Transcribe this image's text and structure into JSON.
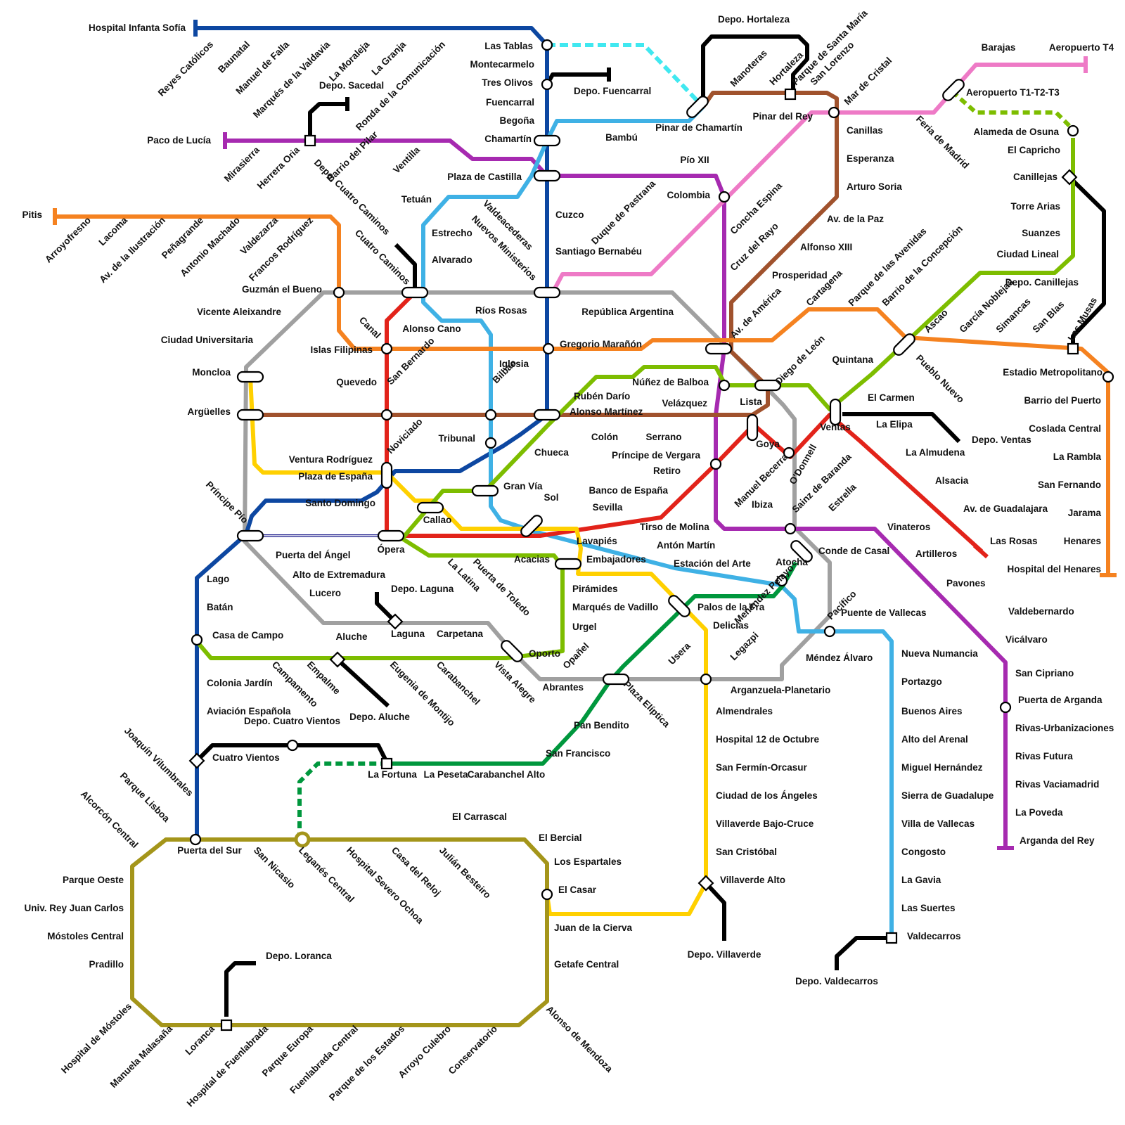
{
  "map_title": "",
  "line_colors": {
    "L1": "#1c8ed6",
    "L2": "#e2231a",
    "L3": "#ffd000",
    "L4": "#a0522d",
    "L5": "#7dbd00",
    "L6": "#a0a0a0",
    "L7": "#f58220",
    "L8": "#ee7ac6",
    "L9": "#a62ab0",
    "L10": "#0d47a1",
    "L11": "#00973d",
    "L12": "#a4951a",
    "R": "#1a1a8a",
    "TFM": "#1a1a1a",
    "ML1": "#40e8f0"
  },
  "labels": [
    "Hospital Infanta Sofía",
    "Reyes Católicos",
    "Baunatal",
    "Manuel de Falla",
    "Marqués de la Valdavia",
    "La Moraleja",
    "La Granja",
    "Ronda de la Comunicación",
    "Las Tablas",
    "Montecarmelo",
    "Tres Olivos",
    "Fuencarral",
    "Begoña",
    "Chamartín",
    "Depo. Fuencarral",
    "Depo. Hortaleza",
    "Manoteras",
    "Hortaleza",
    "Parque de Santa María",
    "San Lorenzo",
    "Mar de Cristal",
    "Barajas",
    "Aeropuerto T4",
    "Aeropuerto T1-T2-T3",
    "Pinar de Chamartín",
    "Bambú",
    "Pinar del Rey",
    "Canillas",
    "Feria de Madrid",
    "Depo. Sacedal",
    "Paco de Lucía",
    "Mirasierra",
    "Herrera Oria",
    "Barrio del Pilar",
    "Ventilla",
    "Plaza de Castilla",
    "Pío XII",
    "Colombia",
    "Duque de Pastrana",
    "Alameda de Osuna",
    "El Capricho",
    "Canillejas",
    "Torre Arias",
    "Suanzes",
    "Ciudad Lineal",
    "Esperanza",
    "Arturo Soria",
    "Av. de la Paz",
    "Alfonso XIII",
    "Prosperidad",
    "Pitis",
    "Arroyofresno",
    "Lacoma",
    "Av. de la Ilustración",
    "Peñagrande",
    "Antonio Machado",
    "Valdezarza",
    "Francos Rodríguez",
    "Depo. Cuatro Caminos",
    "Cuatro Caminos",
    "Tetuán",
    "Valdeacederas",
    "Nuevos Ministerios",
    "Estrecho",
    "Alvarado",
    "Cuzco",
    "Santiago Bernabéu",
    "Concha Espina",
    "Cruz del Rayo",
    "Av. de América",
    "Guzmán el Bueno",
    "Vicente Aleixandre",
    "Ciudad Universitaria",
    "Canal",
    "Islas Filipinas",
    "Alonso Cano",
    "Ríos Rosas",
    "Iglesia",
    "Gregorio Marañón",
    "República Argentina",
    "Cartagena",
    "Parque de las Avenidas",
    "Barrio de la Concepción",
    "Depo. Canillejas",
    "Las Musas",
    "Ascao",
    "García Noblejas",
    "Simancas",
    "San Blas",
    "Pueblo Nuevo",
    "Quintana",
    "El Carmen",
    "Moncloa",
    "Argüelles",
    "Quevedo",
    "San Bernardo",
    "Bilbao",
    "Núñez de Balboa",
    "Diego de León",
    "Rubén Darío",
    "Alonso Martínez",
    "Velázquez",
    "Lista",
    "Colón",
    "Serrano",
    "Ventas",
    "La Elipa",
    "Depo. Ventas",
    "La Almudena",
    "Alsacia",
    "Av. de Guadalajara",
    "Las Rosas",
    "Estadio Metropolitano",
    "Barrio del Puerto",
    "Coslada Central",
    "La Rambla",
    "San Fernando",
    "Jarama",
    "Henares",
    "Hospital del Henares",
    "Ventura Rodríguez",
    "Noviciado",
    "Tribunal",
    "Chueca",
    "Plaza de España",
    "Príncipe de Vergara",
    "Retiro",
    "Goya",
    "Manuel Becerra",
    "O'Donnell",
    "Sainz de Baranda",
    "Estrella",
    "Ibiza",
    "Santo Domingo",
    "Gran Vía",
    "Sol",
    "Banco de España",
    "Sevilla",
    "Callao",
    "Príncipe Pío",
    "Ópera",
    "Tirso de Molina",
    "Antón Martín",
    "Estación del Arte",
    "Atocha",
    "Conde de Casal",
    "Vinateros",
    "Artilleros",
    "Pavones",
    "Lavapiés",
    "Acacias",
    "Embajadores",
    "La Latina",
    "Puerta de Toledo",
    "Puerta del Ángel",
    "Alto de Extremadura",
    "Lucero",
    "Depo. Laguna",
    "Laguna",
    "Carpetana",
    "Pirámides",
    "Marqués de Vadillo",
    "Urgel",
    "Oporto",
    "Opañel",
    "Palos de la Fra",
    "Delicias",
    "Legazpi",
    "Menéndez Pelayo",
    "Pacífico",
    "Puente de Vallecas",
    "Valdebernardo",
    "Vicálvaro",
    "Lago",
    "Batán",
    "Casa de Campo",
    "Campamento",
    "Empalme",
    "Aluche",
    "Eugenia de Montijo",
    "Carabanchel",
    "Vista Alegre",
    "Abrantes",
    "Plaza Elíptica",
    "Usera",
    "Méndez Álvaro",
    "Arganzuela-Planetario",
    "Nueva Numancia",
    "San Cipriano",
    "Puerta de Arganda",
    "Colonia Jardín",
    "Aviación Española",
    "Depo. Cuatro Vientos",
    "Depo. Aluche",
    "Pan Bendito",
    "San Francisco",
    "Almendrales",
    "Portazgo",
    "Buenos Aires",
    "Rivas-Urbanizaciones",
    "Joaquín Vilumbrales",
    "Cuatro Vientos",
    "Hospital 12 de Octubre",
    "Alto del Arenal",
    "Rivas Futura",
    "La Fortuna",
    "La Peseta",
    "Carabanchel Alto",
    "San Fermín-Orcasur",
    "Miguel Hernández",
    "Rivas Vaciamadrid",
    "Parque Lisboa",
    "Alcorcón Central",
    "Ciudad de los Ángeles",
    "Sierra de Guadalupe",
    "La Poveda",
    "El Carrascal",
    "Villaverde Bajo-Cruce",
    "Villa de Vallecas",
    "Arganda del Rey",
    "Puerta del Sur",
    "San Nicasio",
    "Leganés Central",
    "Hospital Severo Ochoa",
    "Casa del Reloj",
    "Julián Besteiro",
    "El Bercial",
    "San Cristóbal",
    "Congosto",
    "Los Espartales",
    "Parque Oeste",
    "Villaverde Alto",
    "La Gavia",
    "Univ. Rey Juan Carlos",
    "El Casar",
    "Las Suertes",
    "Móstoles Central",
    "Juan de la Cierva",
    "Valdecarros",
    "Depo. Loranca",
    "Pradillo",
    "Depo. Villaverde",
    "Getafe Central",
    "Depo. Valdecarros",
    "Hospital de Móstoles",
    "Manuela Malasaña",
    "Loranca",
    "Hospital de Fuenlabrada",
    "Parque Europa",
    "Fuenlabrada Central",
    "Parque de los Estados",
    "Arroyo Culebro",
    "Conservatorio",
    "Alonso de Mendoza"
  ]
}
